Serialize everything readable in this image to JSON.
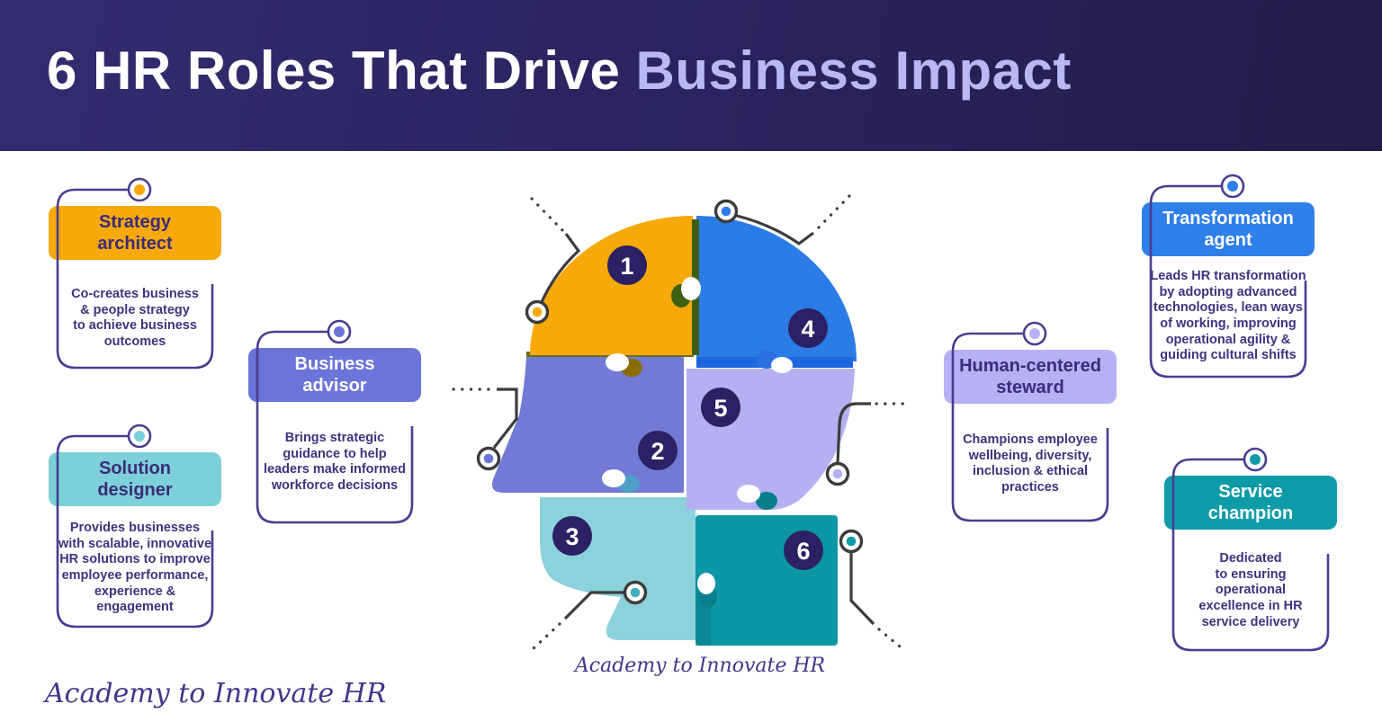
{
  "header": {
    "title_main": "6 HR Roles That Drive ",
    "title_accent": "Business Impact",
    "background_left": "#332C70",
    "background_right": "#231C49",
    "accent_text_color": "#B9B7F4"
  },
  "cards": [
    {
      "key": "strategy-architect",
      "title": "Strategy\narchitect",
      "body": "Co-creates business\n& people strategy\nto achieve business\noutcomes",
      "pill_color": "#F7A90A",
      "dot_color": "#F7A90A"
    },
    {
      "key": "solution-designer",
      "title": "Solution\ndesigner",
      "body": "Provides businesses\nwith scalable, innovative\nHR solutions to improve\nemployee performance,\nexperience &\nengagement",
      "pill_color": "#7DD0D8",
      "dot_color": "#7DD0D8"
    },
    {
      "key": "business-advisor",
      "title": "Business\nadvisor",
      "body": "Brings strategic\nguidance to help\nleaders make informed\nworkforce decisions",
      "pill_color": "#6B74D8",
      "dot_color": "#6B74D8"
    },
    {
      "key": "human-centered-steward",
      "title": "Human-centered\nsteward",
      "body": "Champions employee\nwellbeing, diversity,\ninclusion & ethical\npractices",
      "pill_color": "#B6B1F5",
      "dot_color": "#B6B1F5"
    },
    {
      "key": "transformation-agent",
      "title": "Transformation\nagent",
      "body": "Leads HR transformation\nby adopting advanced\ntechnologies, lean ways\nof working, improving\noperational agility &\nguiding cultural shifts",
      "pill_color": "#2E7FE8",
      "dot_color": "#2E7FE8"
    },
    {
      "key": "service-champion",
      "title": "Service\nchampion",
      "body": "Dedicated\nto ensuring\noperational\nexcellence in HR\nservice delivery",
      "pill_color": "#0E9BA8",
      "dot_color": "#0E9BA8"
    }
  ],
  "puzzle": {
    "badge_color": "#2B2164",
    "pieces": [
      {
        "number": "1",
        "color": "#F7A90A"
      },
      {
        "number": "2",
        "color": "#6C75D3"
      },
      {
        "number": "3",
        "color": "#8BD2DB"
      },
      {
        "number": "4",
        "color": "#2C7CE8"
      },
      {
        "number": "5",
        "color": "#B4B0F2"
      },
      {
        "number": "6",
        "color": "#0C96A6"
      }
    ]
  },
  "captions": {
    "center": "Academy to Innovate HR",
    "bottom_left": "Academy to Innovate HR"
  }
}
